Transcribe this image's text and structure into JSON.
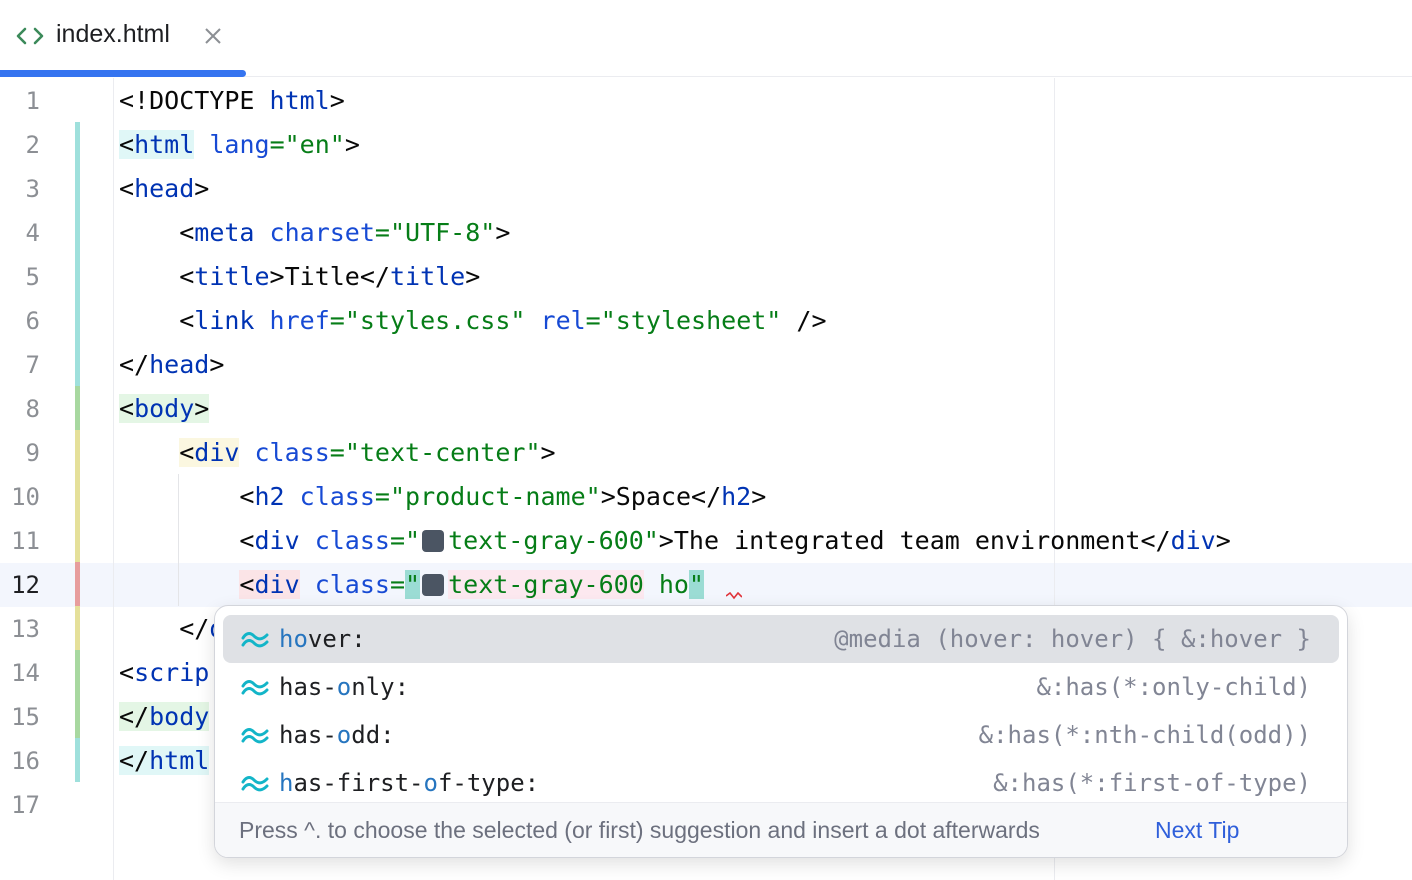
{
  "tab": {
    "title": "index.html",
    "icon": "html-file-icon",
    "accent": "#3574f0"
  },
  "editor": {
    "line_numbers": [
      "1",
      "2",
      "3",
      "4",
      "5",
      "6",
      "7",
      "8",
      "9",
      "10",
      "11",
      "12",
      "13",
      "14",
      "15",
      "16",
      "17"
    ],
    "current_line": "12",
    "lines": {
      "l1": [
        "<!DOCTYPE ",
        "html",
        ">"
      ],
      "l2": [
        "<",
        "html",
        " ",
        "lang",
        "=",
        "\"en\"",
        ">"
      ],
      "l3": [
        "<",
        "head",
        ">"
      ],
      "l4": [
        "    <",
        "meta",
        " ",
        "charset",
        "=",
        "\"UTF-8\"",
        ">"
      ],
      "l5": [
        "    <",
        "title",
        ">",
        "Title",
        "</",
        "title",
        ">"
      ],
      "l6": [
        "    <",
        "link",
        " ",
        "href",
        "=",
        "\"styles.css\"",
        " ",
        "rel",
        "=",
        "\"stylesheet\"",
        " />"
      ],
      "l7": [
        "</",
        "head",
        ">"
      ],
      "l8": [
        "<",
        "body",
        ">"
      ],
      "l9": [
        "    ",
        "<",
        "div",
        " ",
        "class",
        "=",
        "\"text-center\"",
        ">"
      ],
      "l10": [
        "        <",
        "h2",
        " ",
        "class",
        "=",
        "\"product-name\"",
        ">",
        "Space",
        "</",
        "h2",
        ">"
      ],
      "l11": [
        "        <",
        "div",
        " ",
        "class",
        "=",
        "\"",
        "text-gray-600\"",
        ">",
        "The integrated team environment",
        "</",
        "div",
        ">"
      ],
      "l12": [
        "        ",
        "<",
        "div",
        " ",
        "class",
        "=",
        "\"",
        "text-gray-600",
        " ho",
        "\""
      ],
      "l13": [
        "    </",
        "d"
      ],
      "l14": [
        "<",
        "scrip"
      ],
      "l15": [
        "</",
        "body"
      ],
      "l16": [
        "</",
        "html"
      ]
    }
  },
  "completion": {
    "items": [
      {
        "match": "ho",
        "rest": "ver:",
        "desc": "@media (hover: hover) { &:hover }"
      },
      {
        "pre": "has-",
        "match": "o",
        "rest": "nly:",
        "desc": "&:has(*:only-child)"
      },
      {
        "pre": "has-",
        "match": "o",
        "rest": "dd:",
        "desc": "&:has(*:nth-child(odd))"
      },
      {
        "pre": "h",
        "mid": "as-first-",
        "match": "o",
        "rest": "f-type:",
        "desc": "&:has(*:first-of-type)"
      }
    ],
    "item_icon": "tailwind-icon",
    "footer_hint": "Press ^. to choose the selected (or first) suggestion and insert a dot afterwards",
    "footer_link": "Next Tip"
  },
  "colors": {
    "tag": "#0033b3",
    "attribute": "#174ad4",
    "string": "#067d17",
    "match_highlight": "#2675bf",
    "swatch_gray_600": "#4b5563"
  }
}
